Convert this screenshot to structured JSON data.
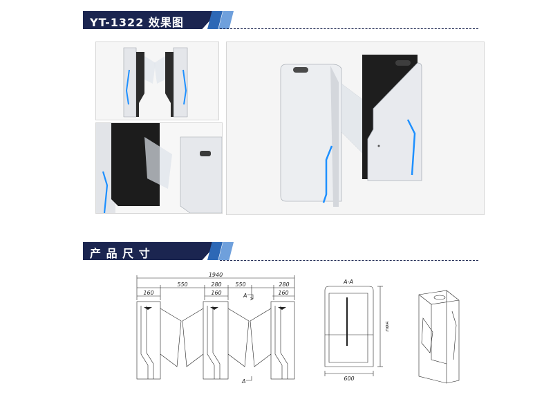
{
  "sections": {
    "effects": {
      "title": "YT-1322 效果图"
    },
    "dimensions": {
      "title": "产 品 尺 寸"
    }
  },
  "drawing": {
    "total_width": "1940",
    "gap_1": "550",
    "gap_2": "550",
    "body_1": "160",
    "body_2a": "280",
    "body_2b": "160",
    "body_3a": "280",
    "body_3b": "160",
    "section_mark": "A",
    "section_title": "A-A",
    "section_width": "600",
    "section_height": "980"
  },
  "colors": {
    "header_dark": "#1b2550",
    "header_accent": "#2d68b6",
    "led_blue": "#1e90ff"
  }
}
